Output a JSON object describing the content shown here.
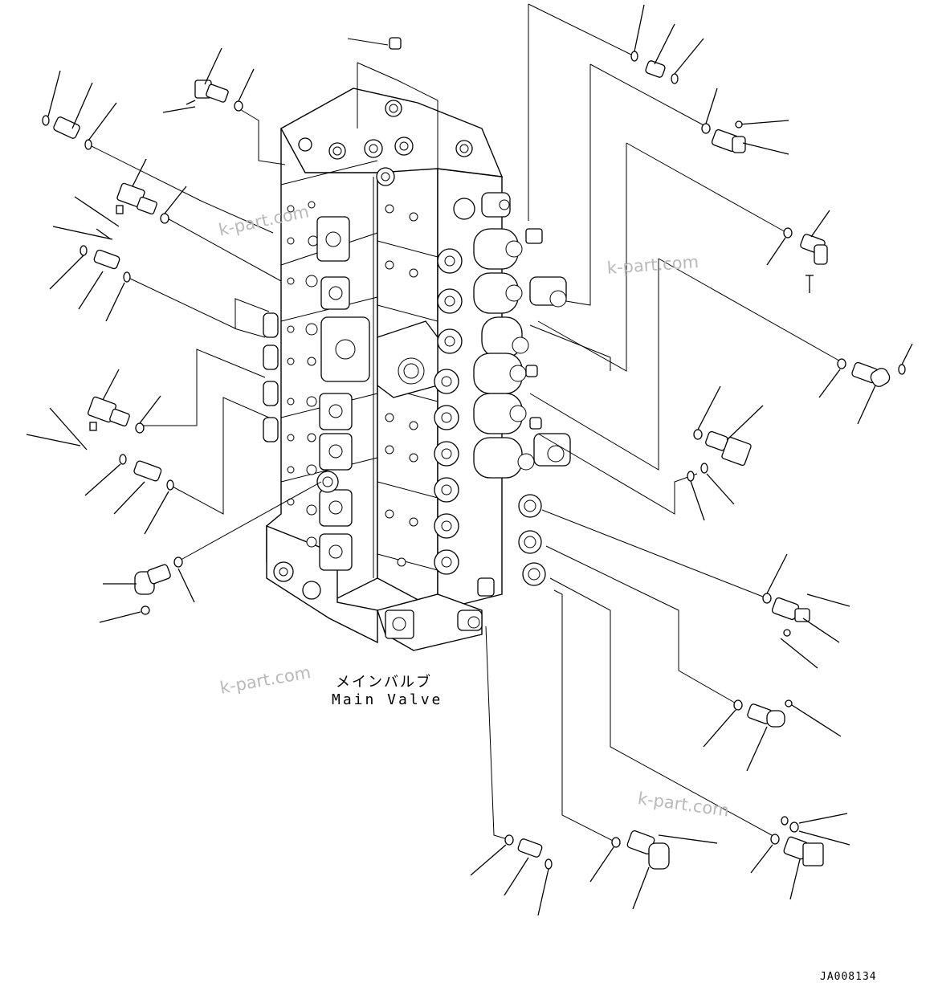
{
  "diagram": {
    "part_label_jp": "メインバルブ",
    "part_label_en": "Main Valve",
    "reference_code": "JA008134",
    "watermark_text": "k-part.com"
  },
  "colors": {
    "line": "#000000",
    "background": "#ffffff",
    "watermark": "#b9b9b9"
  }
}
